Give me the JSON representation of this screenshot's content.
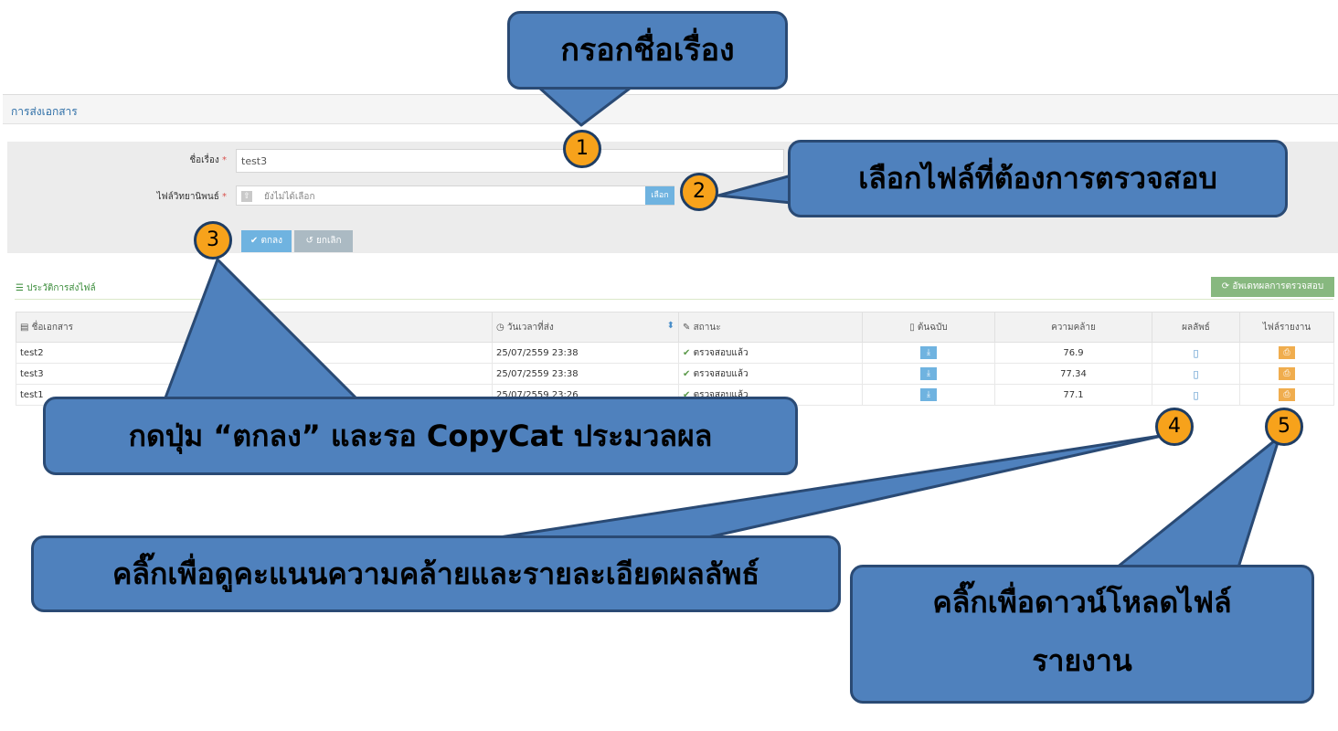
{
  "panel": {
    "title": "การส่งเอกสาร",
    "form": {
      "title_label": "ชื่อเรื่อง",
      "title_value": "test3",
      "file_label": "ไฟล์วิทยานิพนธ์",
      "required_mark": "*",
      "file_placeholder": "ยังไม่ได้เลือก",
      "pick_label": "เลือก",
      "ok_label": "ตกลง",
      "cancel_label": "ยกเลิก"
    },
    "history": {
      "title": "ประวัติการส่งไฟล์",
      "update_button": "อัพเดทผลการตรวจสอบ",
      "columns": [
        "ชื่อเอกสาร",
        "วันเวลาที่ส่ง",
        "สถานะ",
        "ต้นฉบับ",
        "ความคล้าย",
        "ผลลัพธ์",
        "ไฟล์รายงาน"
      ],
      "rows": [
        {
          "name": "test2",
          "datetime": "25/07/2559 23:38",
          "status": "ตรวจสอบแล้ว",
          "similarity": "76.9"
        },
        {
          "name": "test3",
          "datetime": "25/07/2559 23:38",
          "status": "ตรวจสอบแล้ว",
          "similarity": "77.34"
        },
        {
          "name": "test1",
          "datetime": "25/07/2559 23:26",
          "status": "ตรวจสอบแล้ว",
          "similarity": "77.1"
        }
      ]
    }
  },
  "callouts": {
    "c1": "กรอกชื่อเรื่อง",
    "c2": "เลือกไฟล์ที่ต้องการตรวจสอบ",
    "c3": "กดปุ่ม “ตกลง” และรอ CopyCat ประมวลผล",
    "c4": "คลิ๊กเพื่อดูคะแนนความคล้ายและรายละเอียดผลลัพธ์",
    "c5_line1": "คลิ๊กเพื่อดาวน์โหลดไฟล์",
    "c5_line2": "รายงาน"
  },
  "markers": [
    "1",
    "2",
    "3",
    "4",
    "5"
  ],
  "colors": {
    "callout_fill": "#4f81bd",
    "callout_border": "#2a4a74",
    "marker_fill": "#f7a21b",
    "primary": "#6fb3e0",
    "success": "#87b87f",
    "warning": "#f0ad4e"
  }
}
